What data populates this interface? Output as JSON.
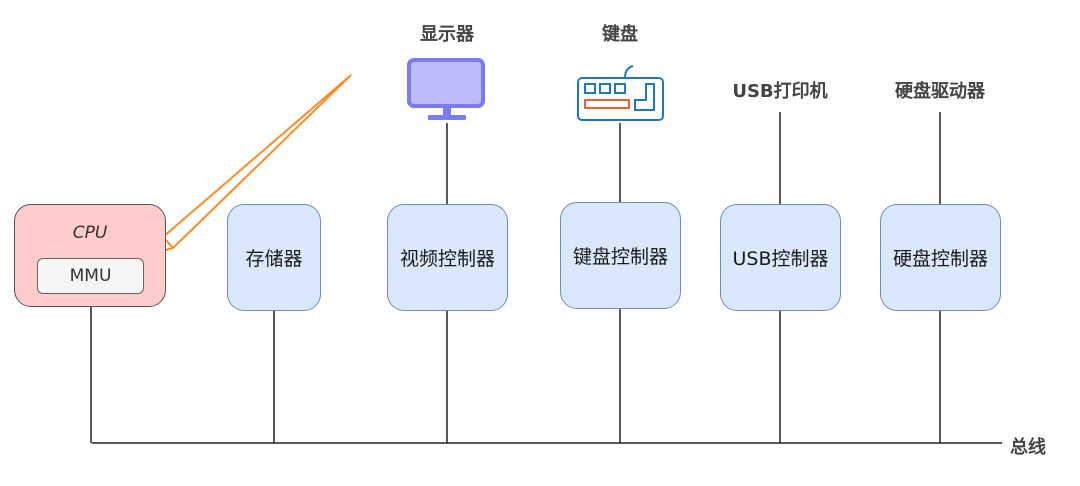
{
  "diagram": {
    "cpu": {
      "label": "CPU",
      "mmu_label": "MMU",
      "fill": "#ffcccc",
      "stroke": "#555555"
    },
    "controllers": [
      {
        "id": "memory",
        "label": "存储器"
      },
      {
        "id": "video",
        "label": "视频控制器"
      },
      {
        "id": "keyboard",
        "label": "键盘控制器"
      },
      {
        "id": "usb",
        "label": "USB控制器"
      },
      {
        "id": "disk",
        "label": "硬盘控制器"
      }
    ],
    "controller_colors": {
      "fill": "#dae8fc",
      "stroke": "#6c8ebf"
    },
    "devices": [
      {
        "id": "monitor",
        "label": "显示器",
        "icon": "monitor-icon"
      },
      {
        "id": "keyboard",
        "label": "键盘",
        "icon": "keyboard-icon"
      },
      {
        "id": "usb-printer",
        "label": "USB打印机"
      },
      {
        "id": "disk-drive",
        "label": "硬盘驱动器"
      }
    ],
    "bus": {
      "label": "总线"
    },
    "arrow": {
      "color": "#ff8c2a",
      "target": "MMU"
    },
    "icon_colors": {
      "monitor": "#7b7bf5",
      "monitor_screen": "#bcbcfd",
      "keyboard": "#1f78c1",
      "keyboard_spacebar": "#f0612e"
    }
  }
}
